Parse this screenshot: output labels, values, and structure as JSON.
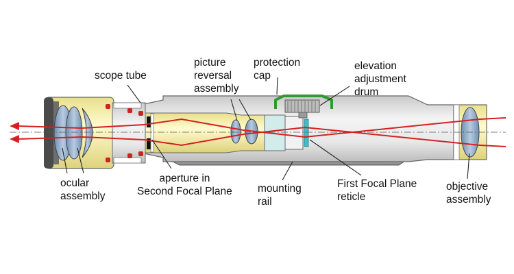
{
  "labels": {
    "scope_tube": [
      "scope tube"
    ],
    "picture_reversal": [
      "picture",
      "reversal",
      "assembly"
    ],
    "protection_cap": [
      "protection",
      "cap"
    ],
    "elevation_drum": [
      "elevation",
      "adjustment",
      "drum"
    ],
    "ocular": [
      "ocular",
      "assembly"
    ],
    "aperture": [
      "aperture in",
      "Second Focal Plane"
    ],
    "mounting_rail": [
      "mounting",
      "rail"
    ],
    "reticle": [
      "First Focal Plane",
      "reticle"
    ],
    "objective": [
      "objective",
      "assembly"
    ]
  },
  "colors": {
    "light_ray": "#d42020",
    "tube_body": "#e4e4e4",
    "lens_glass": "#8fa8c4",
    "lens_housing": "#f6efa0",
    "protection_cap": "#2f9a35",
    "reticle": "#3bbfc8",
    "o_ring": "#cc2222"
  },
  "icons": [
    "arrow-left-icon"
  ]
}
